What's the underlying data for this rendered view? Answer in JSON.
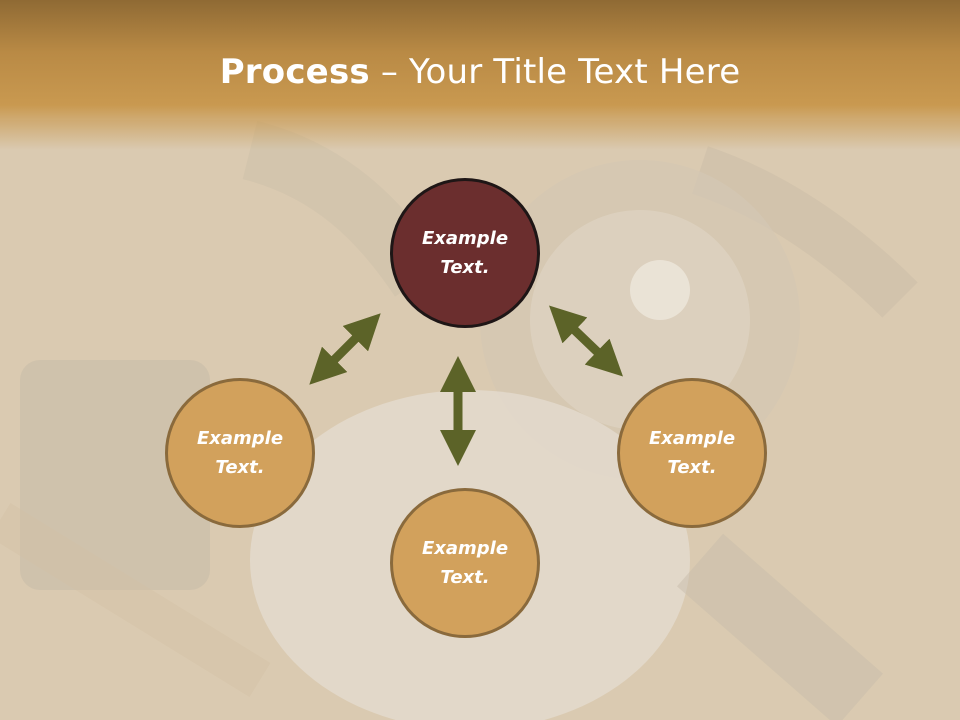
{
  "title": {
    "bold": "Process",
    "rest": " – Your Title Text Here"
  },
  "nodes": {
    "center": {
      "label": "Example\nText."
    },
    "left": {
      "label": "Example\nText."
    },
    "right": {
      "label": "Example\nText."
    },
    "bottom": {
      "label": "Example\nText."
    }
  },
  "colors": {
    "header": "#c99950",
    "center_fill": "#6b2e2e",
    "outer_fill": "#d2a15c",
    "arrow": "#5c6328"
  }
}
